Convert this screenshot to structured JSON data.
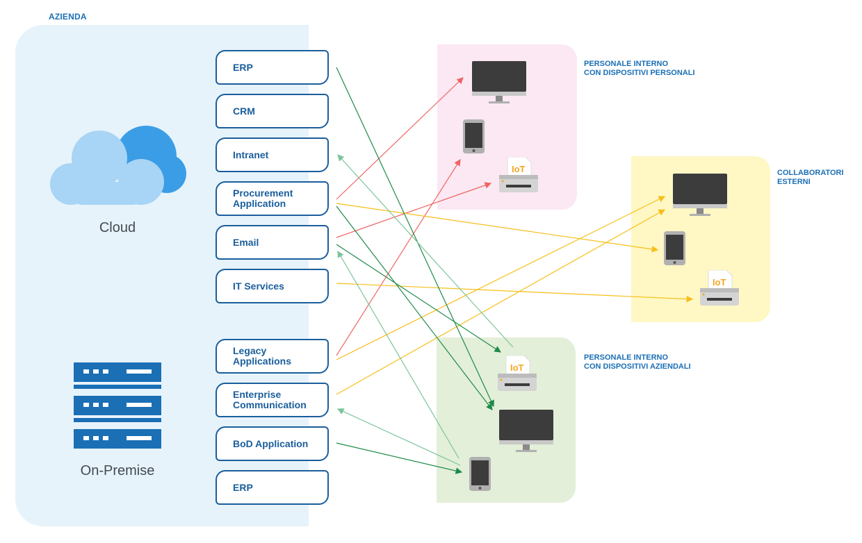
{
  "company": {
    "label": "AZIENDA"
  },
  "environments": {
    "cloud": "Cloud",
    "on_premise": "On-Premise"
  },
  "apps": [
    "ERP",
    "CRM",
    "Intranet",
    "Procurement\nApplication",
    "Email",
    "IT Services",
    "Legacy\nApplications",
    "Enterprise\nCommunication",
    "BoD Application",
    "ERP"
  ],
  "groups": {
    "personal": "PERSONALE INTERNO\nCON DISPOSITIVI PERSONALI",
    "external": "COLLABORATORI\nESTERNI",
    "corporate": "PERSONALE INTERNO\nCON DISPOSITIVI AZIENDALI"
  },
  "devices": {
    "iot_label": "IoT"
  },
  "colors": {
    "accent_blue": "#1a5e9c",
    "cloud_light": "#a8d4f5",
    "cloud_dark": "#3b9de6",
    "server": "#1a6fb5",
    "link_red": "#f06464",
    "link_yellow": "#f5bf1a",
    "link_green_dark": "#1e8a4a",
    "link_green_light": "#7cc49a",
    "iot_orange": "#f5a623"
  },
  "icons": [
    "cloud-icon",
    "server-rack-icon",
    "monitor-icon",
    "tablet-icon",
    "iot-printer-icon"
  ]
}
